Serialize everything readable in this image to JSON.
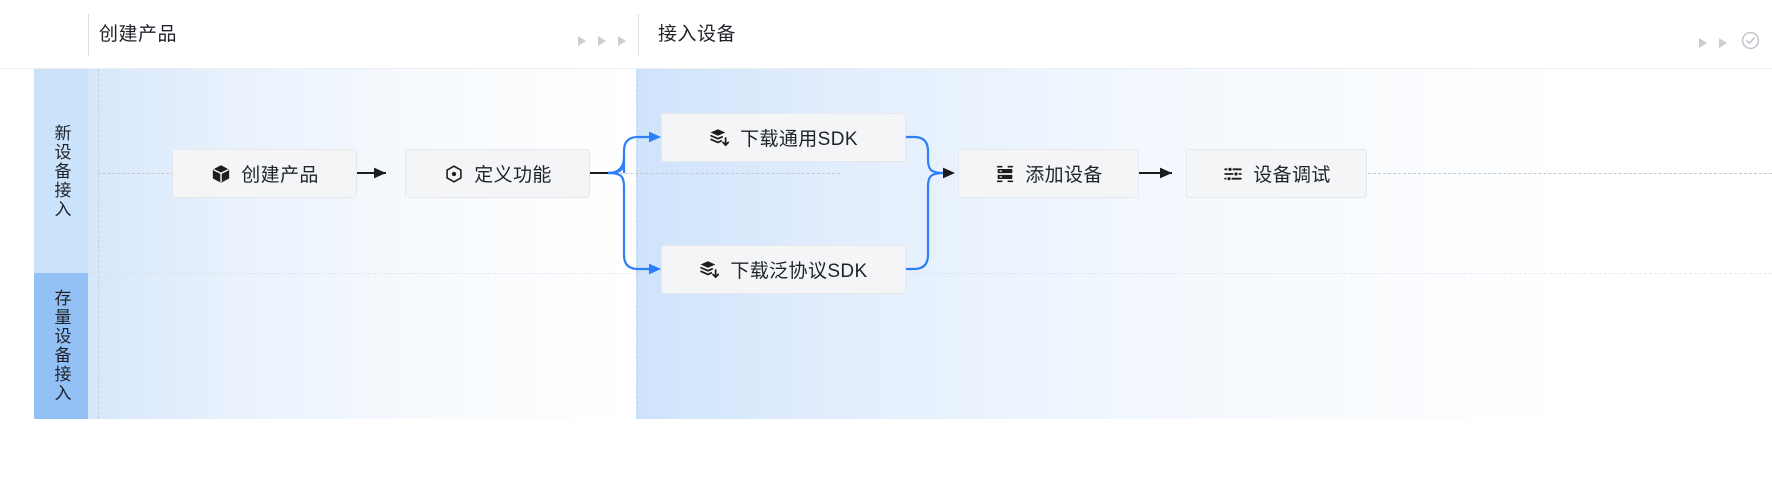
{
  "header": {
    "stages": [
      {
        "title": "创建产品",
        "markers": [
          "triangle",
          "triangle",
          "triangle"
        ]
      },
      {
        "title": "接入设备",
        "markers": [
          "triangle",
          "triangle",
          "check-circle"
        ]
      }
    ]
  },
  "lanes": [
    {
      "label": "新设备接入",
      "color": "#cbe2fb"
    },
    {
      "label": "存量设备接入",
      "color": "#93c0f5"
    }
  ],
  "nodes": [
    {
      "id": "create-product",
      "label": "创建产品",
      "icon": "cube-icon"
    },
    {
      "id": "define-function",
      "label": "定义功能",
      "icon": "hexagon-dot-icon"
    },
    {
      "id": "download-generic-sdk",
      "label": "下载通用SDK",
      "icon": "layers-download-icon"
    },
    {
      "id": "download-protocol-sdk",
      "label": "下载泛协议SDK",
      "icon": "layers-download-icon"
    },
    {
      "id": "add-device",
      "label": "添加设备",
      "icon": "device-icon"
    },
    {
      "id": "device-debug",
      "label": "设备调试",
      "icon": "sliders-icon"
    }
  ],
  "colors": {
    "accent_blue": "#2d7ff9",
    "arrow_black": "#1d1d1d",
    "node_fill": "#f4f5f7",
    "node_border": "#e6e8eb",
    "lane_top": "#cbe2fb",
    "lane_bottom": "#93c0f5",
    "marker_gray": "#c9cdd4"
  }
}
